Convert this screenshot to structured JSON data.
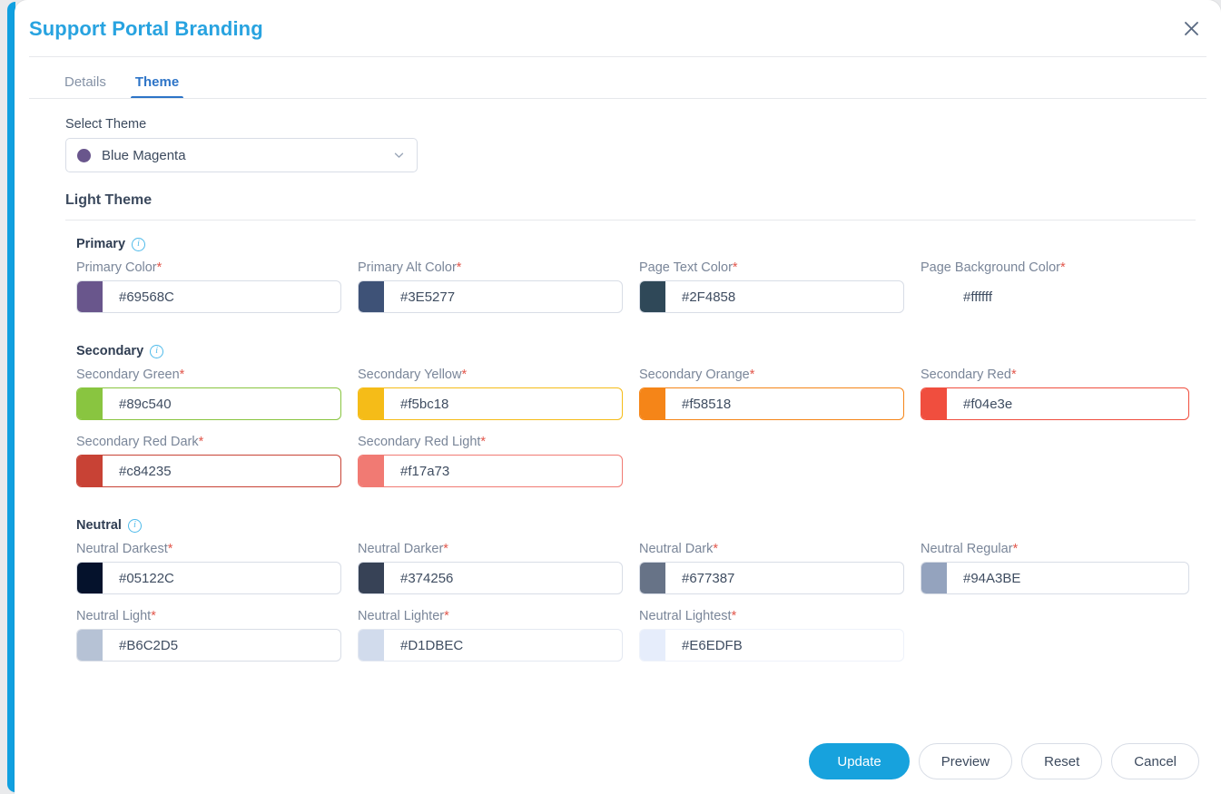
{
  "modal": {
    "title": "Support Portal Branding",
    "close_icon": "close-icon"
  },
  "tabs": [
    {
      "label": "Details",
      "active": false
    },
    {
      "label": "Theme",
      "active": true
    }
  ],
  "theme_select": {
    "label": "Select Theme",
    "value": "Blue Magenta",
    "swatch": "#69568c",
    "chevron_icon": "chevron-down-icon"
  },
  "light_theme": {
    "section_title": "Light Theme"
  },
  "groups": [
    {
      "name": "Primary",
      "info_icon": "info-icon",
      "fields": [
        {
          "label": "Primary Color",
          "required": true,
          "value": "#69568C",
          "swatch": "#69568C",
          "border": "#d8dde6",
          "naked": false,
          "wide": false
        },
        {
          "label": "Primary Alt Color",
          "required": true,
          "value": "#3E5277",
          "swatch": "#3E5277",
          "border": "#d8dde6",
          "naked": false,
          "wide": false
        },
        {
          "label": "Page Text Color",
          "required": true,
          "value": "#2F4858",
          "swatch": "#2F4858",
          "border": "#d8dde6",
          "naked": false,
          "wide": false
        },
        {
          "label": "Page Background Color",
          "required": true,
          "value": "#ffffff",
          "swatch": "#ffffff",
          "border": "#ffffff",
          "naked": true,
          "wide": true
        }
      ]
    },
    {
      "name": "Secondary",
      "info_icon": "info-icon",
      "fields": [
        {
          "label": "Secondary Green",
          "required": true,
          "value": "#89c540",
          "swatch": "#89c540",
          "border": "#89c540",
          "naked": false,
          "wide": false
        },
        {
          "label": "Secondary Yellow",
          "required": true,
          "value": "#f5bc18",
          "swatch": "#f5bc18",
          "border": "#f5bc18",
          "naked": false,
          "wide": false
        },
        {
          "label": "Secondary Orange",
          "required": true,
          "value": "#f58518",
          "swatch": "#f58518",
          "border": "#f58518",
          "naked": false,
          "wide": false
        },
        {
          "label": "Secondary Red",
          "required": true,
          "value": "#f04e3e",
          "swatch": "#f04e3e",
          "border": "#f04e3e",
          "naked": false,
          "wide": true
        },
        {
          "label": "Secondary Red Dark",
          "required": true,
          "value": "#c84235",
          "swatch": "#c84235",
          "border": "#c84235",
          "naked": false,
          "wide": false
        },
        {
          "label": "Secondary Red Light",
          "required": true,
          "value": "#f17a73",
          "swatch": "#f17a73",
          "border": "#f17a73",
          "naked": false,
          "wide": false
        }
      ]
    },
    {
      "name": "Neutral",
      "info_icon": "info-icon",
      "fields": [
        {
          "label": "Neutral Darkest",
          "required": true,
          "value": "#05122C",
          "swatch": "#05122C",
          "border": "#d8dde6",
          "naked": false,
          "wide": false
        },
        {
          "label": "Neutral Darker",
          "required": true,
          "value": "#374256",
          "swatch": "#374256",
          "border": "#d8dde6",
          "naked": false,
          "wide": false
        },
        {
          "label": "Neutral Dark",
          "required": true,
          "value": "#677387",
          "swatch": "#677387",
          "border": "#d8dde6",
          "naked": false,
          "wide": false
        },
        {
          "label": "Neutral Regular",
          "required": true,
          "value": "#94A3BE",
          "swatch": "#94A3BE",
          "border": "#d8dde6",
          "naked": false,
          "wide": true
        },
        {
          "label": "Neutral Light",
          "required": true,
          "value": "#B6C2D5",
          "swatch": "#B6C2D5",
          "border": "#d8dde6",
          "naked": false,
          "wide": false
        },
        {
          "label": "Neutral Lighter",
          "required": true,
          "value": "#D1DBEC",
          "swatch": "#D1DBEC",
          "border": "#e3e8f1",
          "naked": false,
          "wide": false
        },
        {
          "label": "Neutral Lightest",
          "required": true,
          "value": "#E6EDFB",
          "swatch": "#E6EDFB",
          "border": "#eef2fa",
          "naked": false,
          "wide": false
        }
      ]
    }
  ],
  "footer": {
    "update_label": "Update",
    "preview_label": "Preview",
    "reset_label": "Reset",
    "cancel_label": "Cancel"
  },
  "colors": {
    "accent": "#10a0e0",
    "title": "#28a3e0",
    "tab_active": "#2d74c7",
    "required_star": "#e2574c"
  }
}
